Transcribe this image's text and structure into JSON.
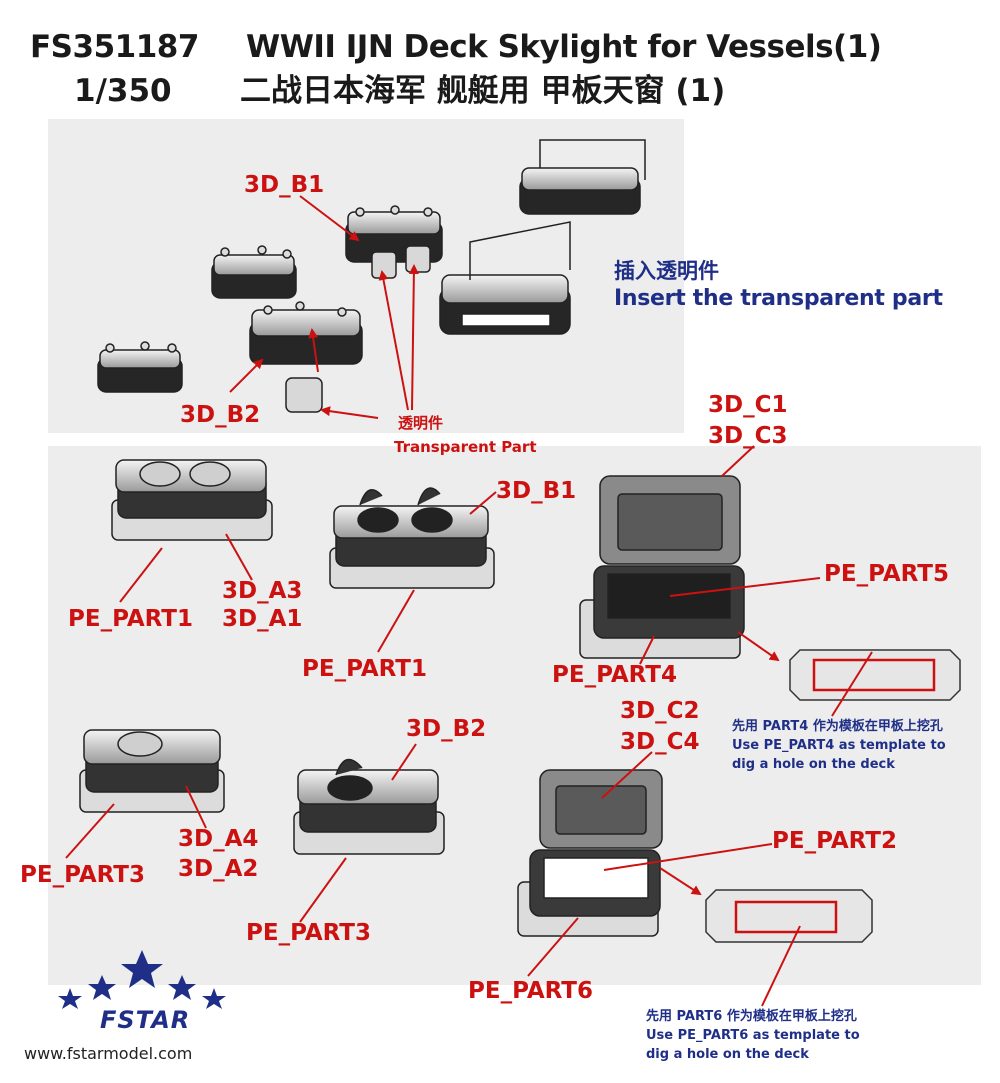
{
  "header": {
    "code": "FS351187",
    "scale": "1/350",
    "title_en": "WWII IJN Deck Skylight for Vessels(1)",
    "title_cn": "二战日本海军 舰艇用 甲板天窗 (1)"
  },
  "top_panel": {
    "label_b1": "3D_B1",
    "label_b2": "3D_B2",
    "insert_cn": "插入透明件",
    "insert_en": "Insert the transparent part",
    "transparent_cn": "透明件",
    "transparent_en": "Transparent Part"
  },
  "bottom_panel": {
    "a3": "3D_A3",
    "a1": "3D_A1",
    "pe1_left": "PE_PART1",
    "b1": "3D_B1",
    "pe1_mid": "PE_PART1",
    "c1": "3D_C1",
    "c3": "3D_C3",
    "pe5": "PE_PART5",
    "pe4": "PE_PART4",
    "note1_cn_pre": "先用",
    "note1_part": "PART4",
    "note1_cn_post": "作为模板在甲板上挖孔",
    "note1_en_1": "Use PE_PART4 as template to",
    "note1_en_2": "dig a hole on the deck",
    "c2": "3D_C2",
    "c4": "3D_C4",
    "b2": "3D_B2",
    "a4": "3D_A4",
    "a2": "3D_A2",
    "pe3_left": "PE_PART3",
    "pe3_mid": "PE_PART3",
    "pe2": "PE_PART2",
    "pe6": "PE_PART6",
    "note2_cn_pre": "先用",
    "note2_part": "PART6",
    "note2_cn_post": "作为模板在甲板上挖孔",
    "note2_en_1": "Use PE_PART6 as template to",
    "note2_en_2": "dig a hole on the deck"
  },
  "footer": {
    "brand": "FSTAR",
    "website": "www.fstarmodel.com"
  },
  "colors": {
    "label_red": "#cc1111",
    "note_blue": "#1f2f88",
    "panel_gray": "#ededed"
  }
}
